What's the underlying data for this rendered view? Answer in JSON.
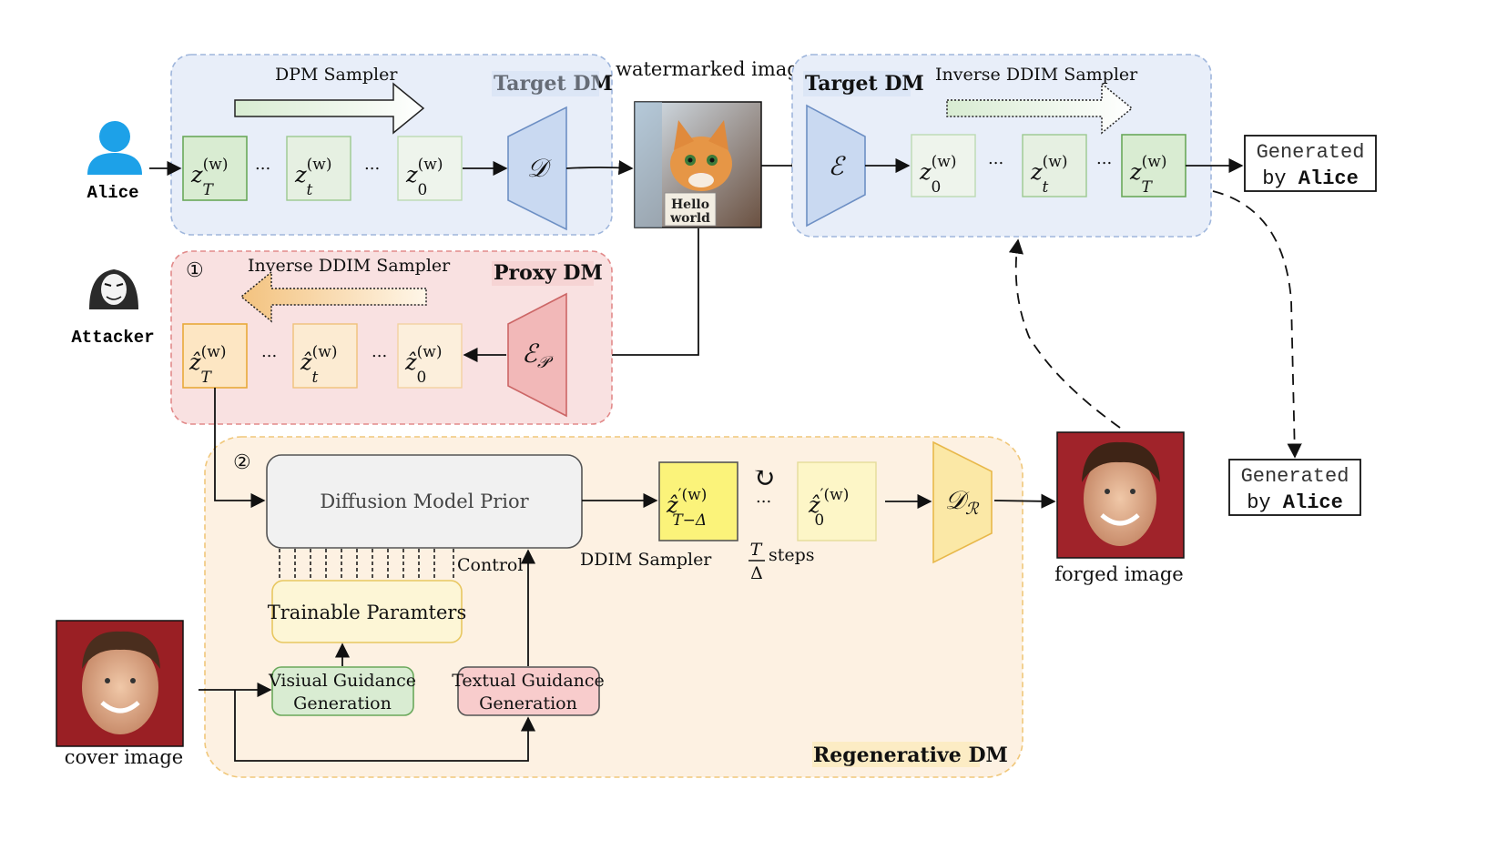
{
  "actors": {
    "alice": "Alice",
    "attacker": "Attacker"
  },
  "target_dm_1": {
    "title": "Target DM",
    "sampler": "DPM Sampler",
    "latent_T": "z",
    "latent_t": "z",
    "latent_0": "z",
    "dots": "...",
    "decoder": "𝒟"
  },
  "watermarked": {
    "caption": "watermarked image",
    "sign_line1": "Hello",
    "sign_line2": "world"
  },
  "target_dm_2": {
    "title": "Target DM",
    "sampler": "Inverse DDIM Sampler",
    "encoder": "ℰ",
    "dots": "..."
  },
  "proxy_dm": {
    "step": "①",
    "title": "Proxy DM",
    "sampler": "Inverse DDIM Sampler",
    "encoder": "ℰ",
    "encoder_sub": "𝒫",
    "dots": "..."
  },
  "regen_dm": {
    "step": "②",
    "title": "Regenerative DM",
    "prior": "Diffusion Model Prior",
    "control": "Control",
    "trainable": "Trainable Paramters",
    "visual_line1": "Visiual Guidance",
    "visual_line2": "Generation",
    "textual_line1": "Textual Guidance",
    "textual_line2": "Generation",
    "ddim_sampler": "DDIM Sampler",
    "steps_num": "T",
    "steps_den": "Δ",
    "steps_word": "steps",
    "dots": "...",
    "decoder": "𝒟",
    "decoder_sub": "ℛ"
  },
  "forged": {
    "caption": "forged image"
  },
  "cover": {
    "caption": "cover image"
  },
  "generated": {
    "line1": "Generated",
    "line2_prefix": "by ",
    "line2_name": "Alice"
  },
  "colors": {
    "target_fill": "#e8eef9",
    "target_border": "#9fb6dc",
    "proxy_fill": "#f9e1e1",
    "proxy_border": "#e28a8a",
    "regen_fill": "#fdf1e2",
    "regen_border": "#f0c77a",
    "green_node": "#d9ecd2",
    "green_border": "#6aa85b",
    "orange_node": "#fde6c3",
    "orange_border": "#e8a93a",
    "yellow_node": "#fbf37a",
    "decoder_blue": "#c9d9f1",
    "encoder_red": "#f2b8b8",
    "decoder_yellow": "#fbe8a6"
  }
}
